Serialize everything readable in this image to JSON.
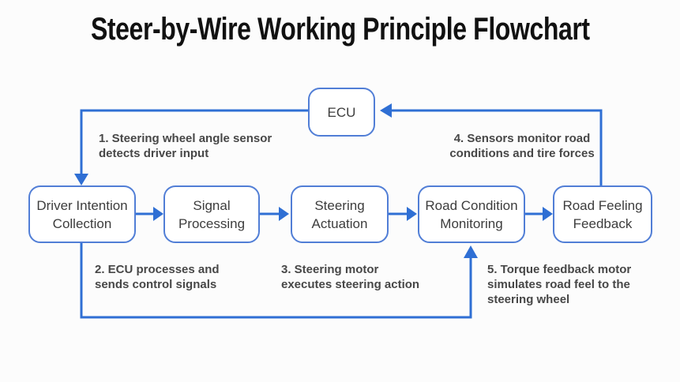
{
  "title": "Steer-by-Wire Working Principle Flowchart",
  "colors": {
    "accent_blue": "#2f6fd4",
    "box_border": "#517ed6",
    "box_fill": "#ffffff",
    "box_text": "#3d3d3d",
    "note_text": "#474747",
    "title_text": "#111111",
    "background": "#fcfcfc"
  },
  "nodes": [
    {
      "id": "ecu",
      "label": "ECU"
    },
    {
      "id": "driver-intention-collection",
      "label": "Driver Intention\nCollection"
    },
    {
      "id": "signal-processing",
      "label": "Signal\nProcessing"
    },
    {
      "id": "steering-actuation",
      "label": "Steering\nActuation"
    },
    {
      "id": "road-condition-monitoring",
      "label": "Road Condition\nMonitoring"
    },
    {
      "id": "road-feeling-feedback",
      "label": "Road Feeling\nFeedback"
    }
  ],
  "notes": [
    {
      "id": "note-1",
      "text": "1. Steering wheel angle sensor\ndetects driver input"
    },
    {
      "id": "note-2",
      "text": "2. ECU processes and\nsends control signals"
    },
    {
      "id": "note-3",
      "text": "3. Steering motor\nexecutes steering action"
    },
    {
      "id": "note-4",
      "text": "4. Sensors monitor road\nconditions and tire forces"
    },
    {
      "id": "note-5",
      "text": "5. Torque feedback motor\nsimulates road feel to the\nsteering wheel"
    }
  ]
}
